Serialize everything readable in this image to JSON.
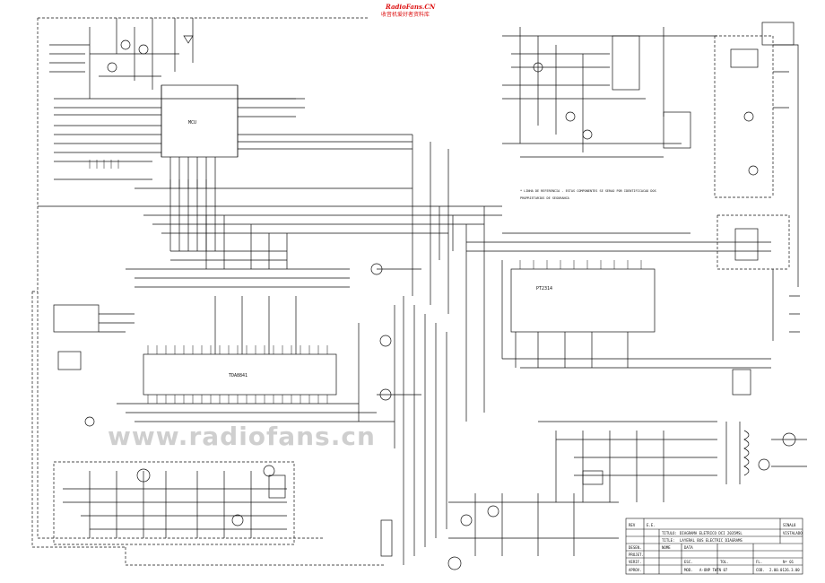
{
  "watermark": {
    "site": "RadioFans.CN",
    "subtitle": "收音机爱好者资料库",
    "faint_url": "www.radiofans.cn"
  },
  "blocks": {
    "main_ic": "TDA8841",
    "audio_ic": "PT2314",
    "mcu": "MCU"
  },
  "note_text": {
    "line1": "* LINHA DE REFERENCIA - ESTAS COMPONENTES SE SERAO POR IDENTIFICACAO DOS",
    "line2": "PROPRIETARIOS DE SEGURANCA"
  },
  "title_block": {
    "sinal_label": "SINAL",
    "sinal_value": "8",
    "vista_label": "VISTA",
    "vista_value": "LADO",
    "rev_label": "REV",
    "rev_value": "E.E.",
    "titulo_label": "TITULO:",
    "titulo_value": "DIAGRAMA ELETRICO DCI 2035MSL",
    "title_label": "TITLE:",
    "title_value": "LAYERAL BUS ELECTRIC DIAGRAMS",
    "desen_label": "DESEN.",
    "projet_label": "PROJET.",
    "verif_label": "VERIF.",
    "aprov_label": "APROV.",
    "escala_label": "ESC.",
    "tol_label": "TOL.",
    "fl_label": "FL.",
    "folha": "Nº  01",
    "nome_label": "NOME",
    "data_label": "DATA",
    "cod_label": "COD.",
    "cod_value": "2.00.0126.3.00",
    "mod_label": "MOD.",
    "mod_value": "A-ONP TWTN 07"
  }
}
